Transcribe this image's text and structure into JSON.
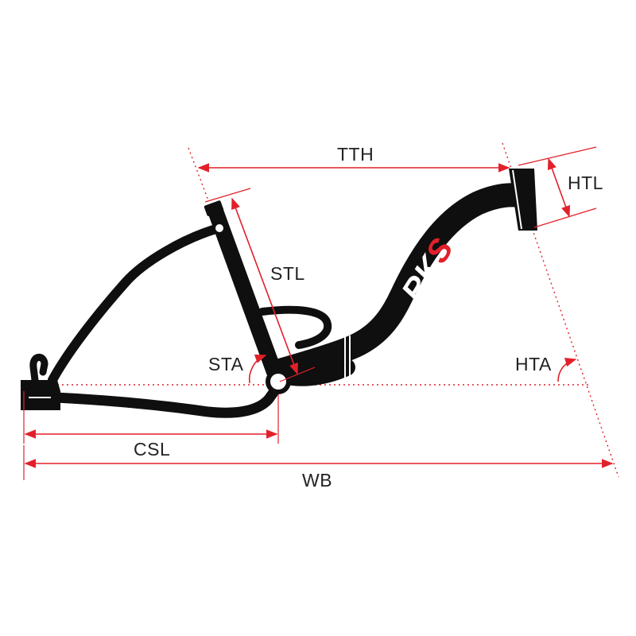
{
  "diagram": {
    "labels": {
      "tth": "TTH",
      "htl": "HTL",
      "stl": "STL",
      "sta": "STA",
      "hta": "HTA",
      "csl": "CSL",
      "wb": "WB"
    },
    "logo_text": "RKS",
    "colors": {
      "frame": "#0f0f0f",
      "dimension": "#e2202a",
      "logo_red": "#e2202a",
      "logo_white": "#ffffff",
      "text": "#222222"
    }
  }
}
